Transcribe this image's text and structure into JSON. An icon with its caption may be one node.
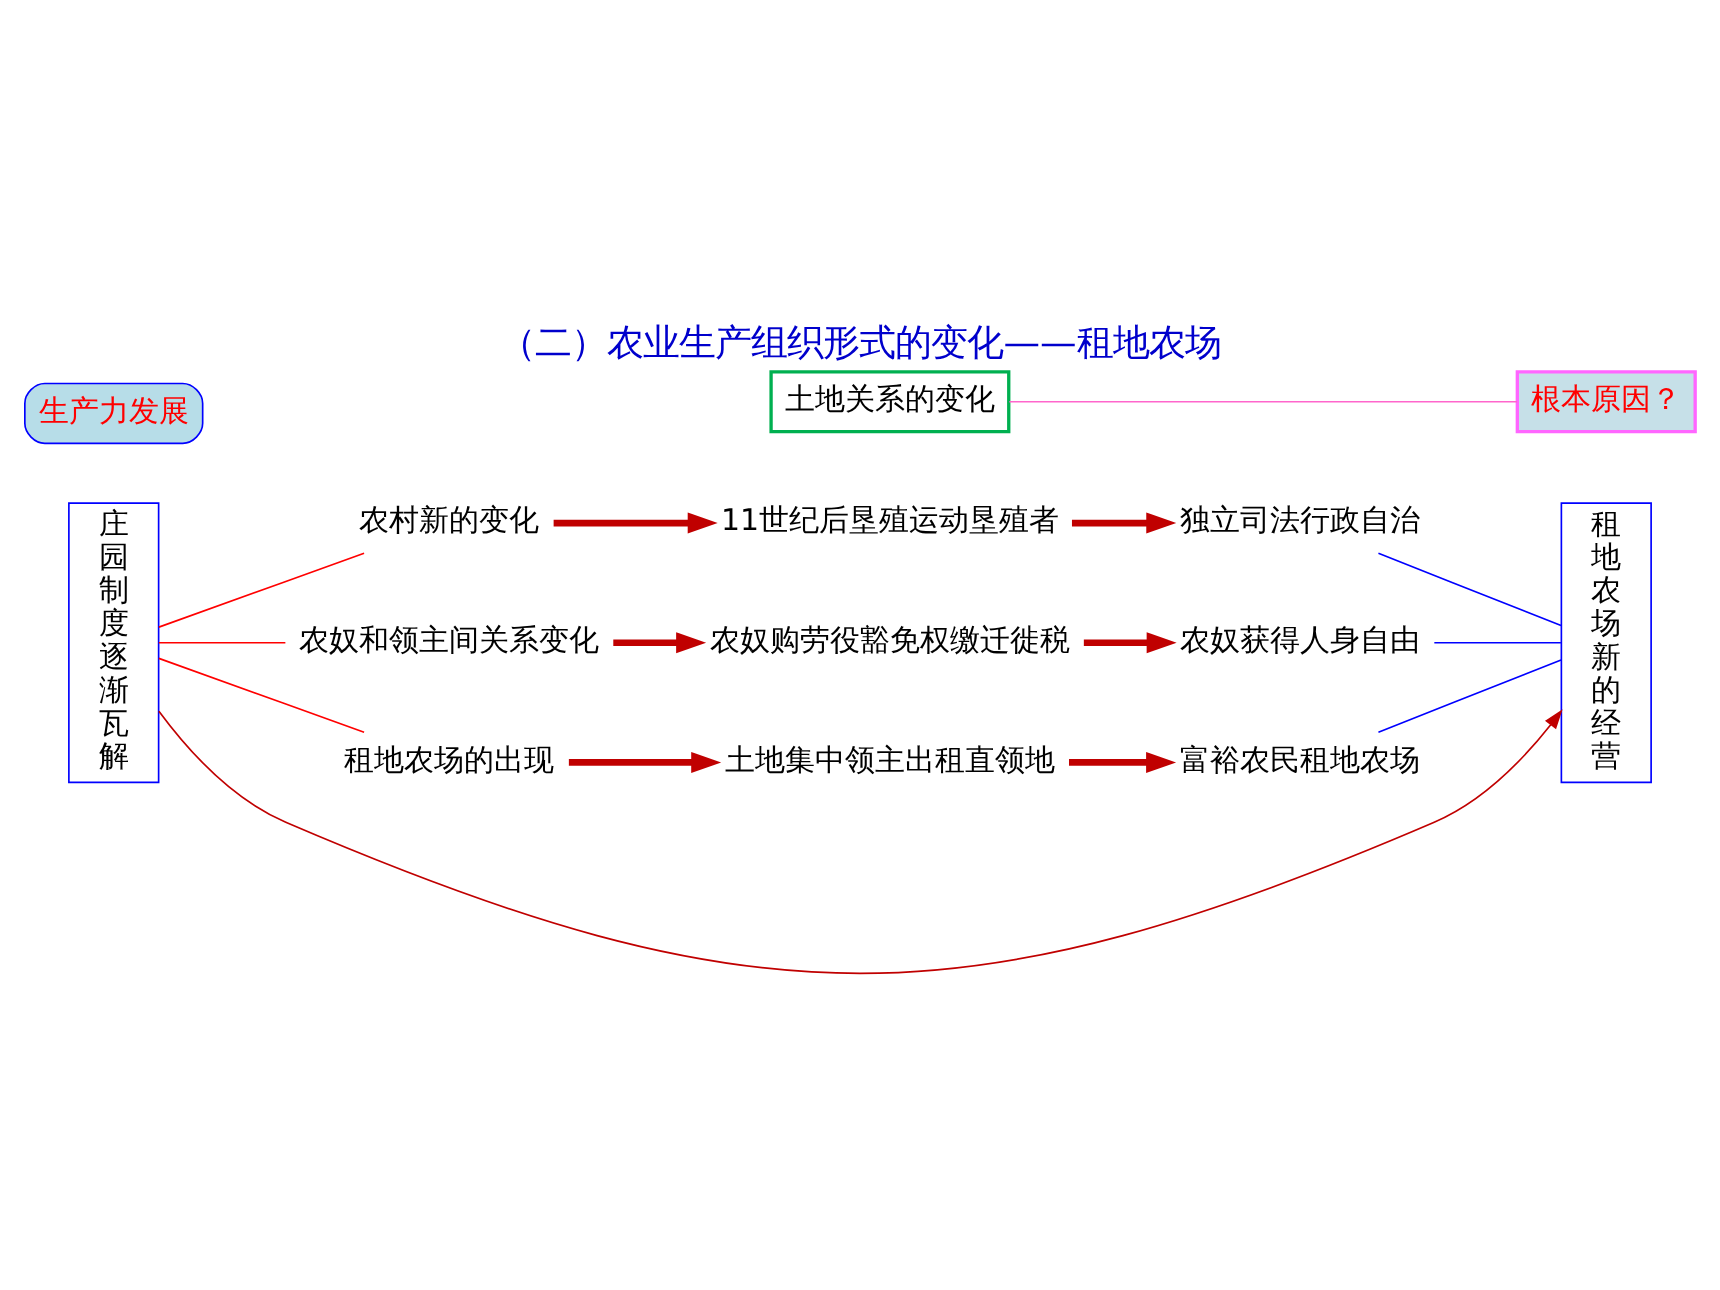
{
  "diagram": {
    "title": "（二）农业生产组织形式的变化——租地农场",
    "nodes": [
      {
        "text": [
          "庄园制度逐渐瓦解"
        ]
      },
      {
        "text": [
          "农村新的变化"
        ]
      },
      {
        "text": [
          "农奴和领主间关系变化"
        ]
      },
      {
        "text": [
          "租地农场的出现"
        ]
      },
      {
        "text": [
          "11世纪后垦殖运动垦殖者"
        ]
      },
      {
        "text": [
          "农奴购劳役豁免权缴迁徙税"
        ]
      },
      {
        "text": [
          "土地集中领主出租直领地"
        ]
      },
      {
        "text": [
          "独立司法行政自治"
        ]
      },
      {
        "text": [
          "农奴获得人身自由"
        ]
      },
      {
        "text": [
          "富裕农民租地农场"
        ]
      },
      {
        "text": [
          "租地农场新的经营"
        ]
      },
      {
        "text": [
          "生产力发展"
        ]
      },
      {
        "text": [
          "土地关系的变化"
        ]
      },
      {
        "text": [
          "根本原因？"
        ]
      }
    ],
    "edges": [
      {
        "from": 0,
        "to": 1,
        "arrow": "none",
        "color": "#ff0000"
      },
      {
        "from": 0,
        "to": 2,
        "arrow": "none",
        "color": "#ff0000"
      },
      {
        "from": 0,
        "to": 3,
        "arrow": "none",
        "color": "#ff0000"
      },
      {
        "from": 1,
        "to": 4,
        "arrow": "to",
        "style": "thick"
      },
      {
        "from": 2,
        "to": 5,
        "arrow": "to",
        "style": "thick"
      },
      {
        "from": 3,
        "to": 6,
        "arrow": "to",
        "style": "thick"
      },
      {
        "from": 4,
        "to": 7,
        "arrow": "to",
        "style": "thick"
      },
      {
        "from": 5,
        "to": 8,
        "arrow": "to",
        "style": "thick"
      },
      {
        "from": 6,
        "to": 9,
        "arrow": "to",
        "style": "thick"
      },
      {
        "from": 7,
        "to": 10,
        "arrow": "none",
        "color": "#0000ff"
      },
      {
        "from": 8,
        "to": 10,
        "arrow": "none",
        "color": "#0000ff"
      },
      {
        "from": 9,
        "to": 10,
        "arrow": "none",
        "color": "#0000ff"
      },
      {
        "from": 0,
        "to": 10,
        "arrow": "to"
      },
      {
        "from": 12,
        "to": 13,
        "arrow": "none",
        "color": "#ff66cc"
      }
    ]
  }
}
